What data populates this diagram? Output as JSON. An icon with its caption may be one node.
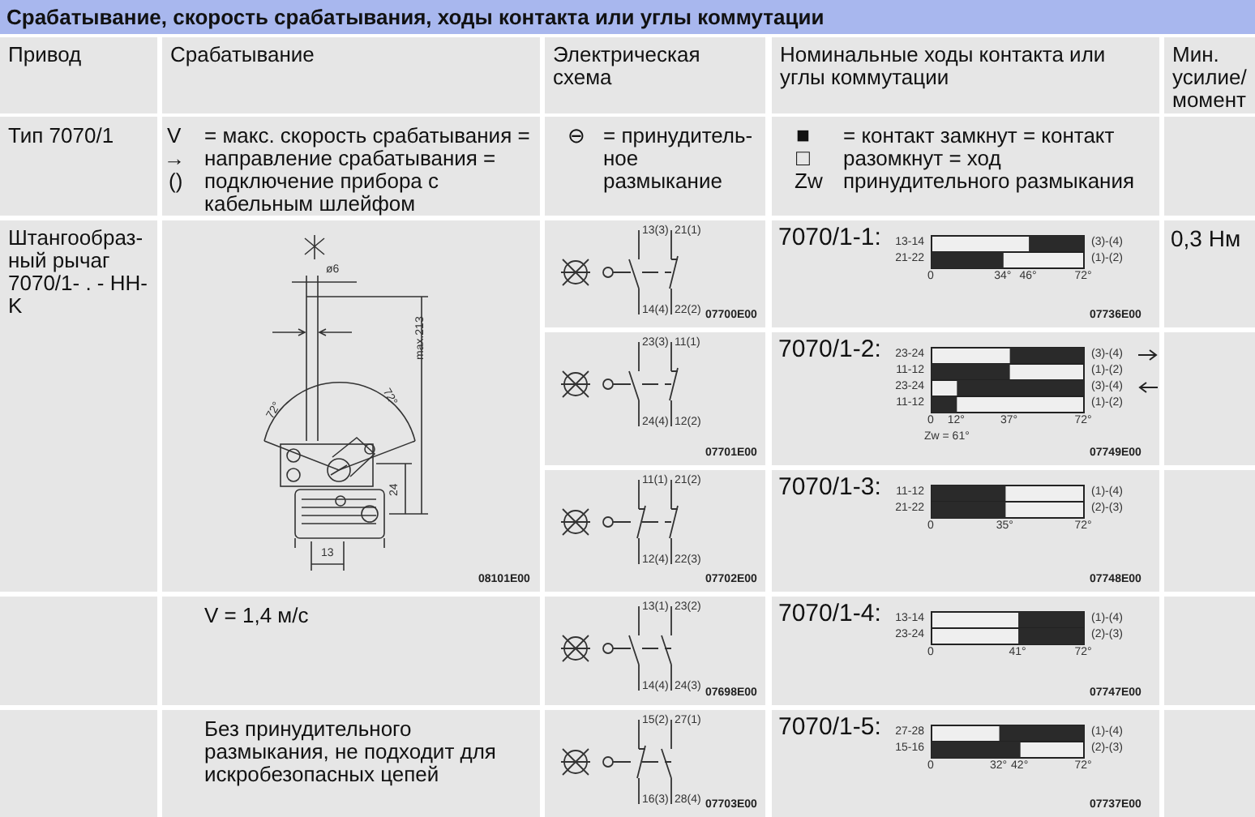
{
  "diagram": {
    "title": "Срабатывание, скорость срабатывания, ходы контакта или углы коммутации",
    "labels": [
      "Привод",
      "Срабатывание",
      "Электрическая схема",
      "Номинальные ходы контакта или углы коммутации",
      "Мин. усилие/ момент",
      "Тип 7070/1",
      "V",
      "→",
      "()",
      "= макс. скорость срабатывания = направление срабатывания = подключение прибора с кабельным шлейфом",
      "⊖",
      "= принудитель- ное размыкание",
      "■",
      "□",
      "Zw",
      "= контакт замкнут = контакт разомкнут = ход принудительного размыкания",
      "Штангообраз- ный рычаг 7070/1- . - HH-K",
      "ø6",
      "max.213",
      "72°",
      "72°",
      "24",
      "13",
      "08101E00",
      "13(3)",
      "21(1)",
      "14(4)",
      "22(2)",
      "07700E00",
      "7070/1-1:",
      "13-14",
      "(3)-(4)",
      "21-22",
      "(1)-(2)",
      "0",
      "34°",
      "46°",
      "72°",
      "07736E00",
      "0,3 Нм",
      "23(3)",
      "11(1)",
      "24(4)",
      "12(2)",
      "07701E00",
      "7070/1-2:",
      "23-24",
      "(3)-(4)",
      "11-12",
      "(1)-(2)",
      "23-24",
      "(3)-(4)",
      "11-12",
      "(1)-(2)",
      "0",
      "12°",
      "37°",
      "72°",
      "Zw = 61°",
      "07749E00",
      "11(1)",
      "21(2)",
      "12(4)",
      "22(3)",
      "07702E00",
      "7070/1-3:",
      "11-12",
      "(1)-(4)",
      "21-22",
      "(2)-(3)",
      "0",
      "35°",
      "72°",
      "07748E00",
      "V = 1,4 м/с",
      "13(1)",
      "23(2)",
      "14(4)",
      "24(3)",
      "07698E00",
      "7070/1-4:",
      "13-14",
      "(1)-(4)",
      "23-24",
      "(2)-(3)",
      "0",
      "41°",
      "72°",
      "07747E00",
      "Без принудительного размыкания, не подходит для искробезопасных цепей",
      "15(2)",
      "27(1)",
      "16(3)",
      "28(4)",
      "07703E00",
      "7070/1-5:",
      "27-28",
      "(1)-(4)",
      "15-16",
      "(2)-(3)",
      "0",
      "32°",
      "42°",
      "72°",
      "07737E00"
    ]
  }
}
